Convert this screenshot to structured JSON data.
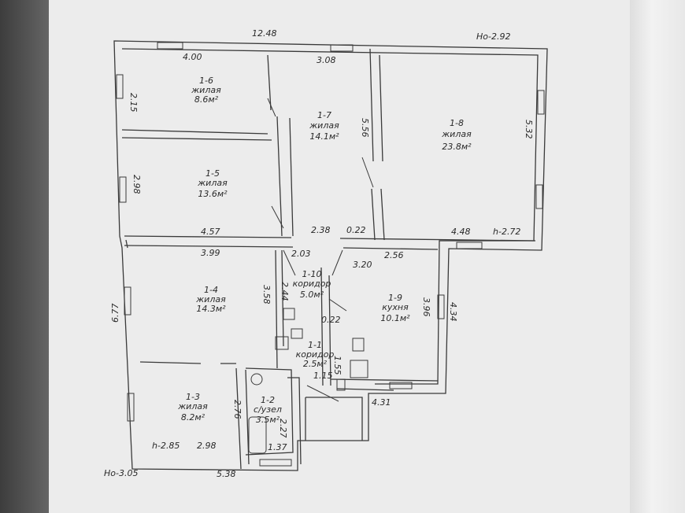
{
  "dimensions": {
    "top_total": "12.48",
    "height_top_right": "Hо-2.92",
    "top_left_room": "4.00",
    "top_mid": "3.08",
    "left_top": "2.15",
    "left_mid": "2.98",
    "room7_height": "5.56",
    "room8_height": "5.32",
    "room5_width": "4.57",
    "mid_238": "2.38",
    "mid_022a": "0.22",
    "room8_width": "4.48",
    "ceiling_272": "h-2.72",
    "room4_width": "3.99",
    "mid_203": "2.03",
    "mid_256": "2.56",
    "mid_320": "3.20",
    "room4_height": "3.58",
    "mid_244": "2.44",
    "room9_height": "3.96",
    "right_434": "4.34",
    "mid_022b": "0.22",
    "left_677": "6.77",
    "mid_115": "1.15",
    "mid_155": "1.55",
    "room3_height": "2.76",
    "bath_width": "2.27",
    "bottom_431": "4.31",
    "ceiling_285": "h-2.85",
    "room3_width": "2.98",
    "bath_bottom": "1.37",
    "height_bottom_left": "Hо-3.05",
    "bottom_total": "5.38"
  },
  "rooms": [
    {
      "id": "1-6",
      "type": "жилая",
      "area": "8.6м²"
    },
    {
      "id": "1-7",
      "type": "жилая",
      "area": "14.1м²"
    },
    {
      "id": "1-8",
      "type": "жилая",
      "area": "23.8м²"
    },
    {
      "id": "1-5",
      "type": "жилая",
      "area": "13.6м²"
    },
    {
      "id": "1-4",
      "type": "жилая",
      "area": "14.3м²"
    },
    {
      "id": "1-10",
      "type": "коридор",
      "area": "5.0м²"
    },
    {
      "id": "1-9",
      "type": "кухня",
      "area": "10.1м²"
    },
    {
      "id": "1-1",
      "type": "коридор",
      "area": "2.5м²"
    },
    {
      "id": "1-3",
      "type": "жилая",
      "area": "8.2м²"
    },
    {
      "id": "1-2",
      "type": "с/узел",
      "area": "3.5м²"
    }
  ]
}
